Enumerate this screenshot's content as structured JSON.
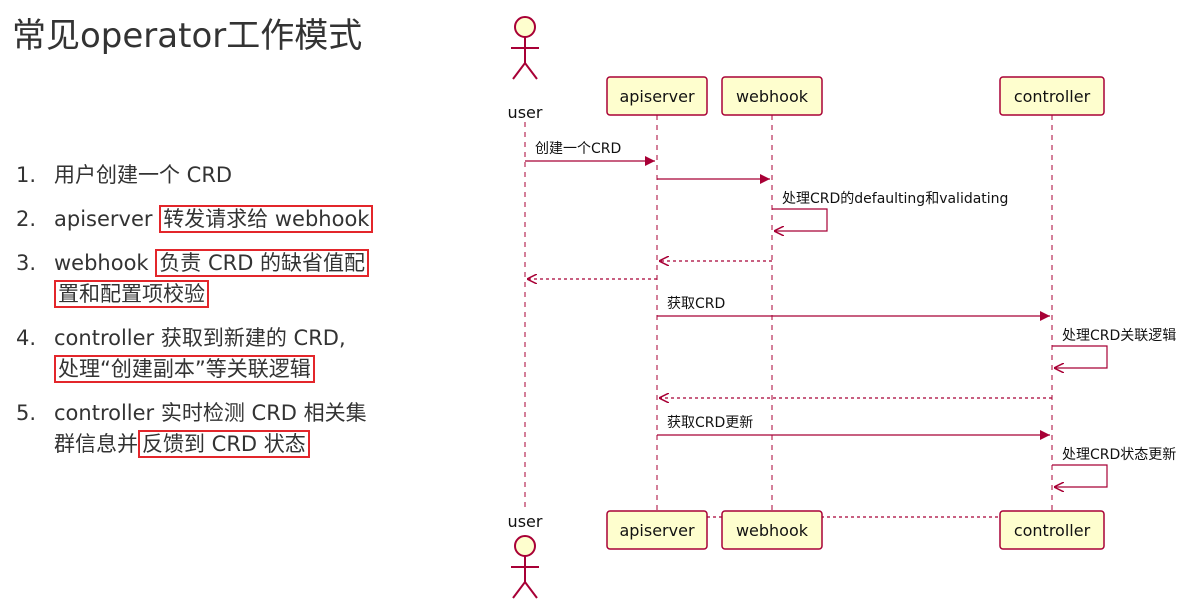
{
  "title": "常见operator工作模式",
  "steps": [
    {
      "num": "1.",
      "parts": [
        {
          "text": "用户创建一个 CRD",
          "hl": false
        }
      ]
    },
    {
      "num": "2.",
      "parts": [
        {
          "text": "apiserver ",
          "hl": false
        },
        {
          "text": "转发请求给 webhook",
          "hl": true
        }
      ]
    },
    {
      "num": "3.",
      "parts": [
        {
          "text": "webhook ",
          "hl": false
        },
        {
          "text": "负责 CRD 的缺省值配",
          "hl": true
        },
        {
          "text": "\n",
          "hl": false
        },
        {
          "text": "置和配置项校验",
          "hl": true
        }
      ]
    },
    {
      "num": "4.",
      "parts": [
        {
          "text": "controller 获取到新建的 CRD,",
          "hl": false
        },
        {
          "text": "\n",
          "hl": false
        },
        {
          "text": "处理“创建副本”等关联逻辑",
          "hl": true
        }
      ]
    },
    {
      "num": "5.",
      "parts": [
        {
          "text": "controller 实时检测 CRD 相关集",
          "hl": false
        },
        {
          "text": "\n",
          "hl": false
        },
        {
          "text": "群信息并",
          "hl": false
        },
        {
          "text": "反馈到 CRD 状态",
          "hl": true
        }
      ]
    }
  ],
  "diagram": {
    "actor": "user",
    "participants": [
      "apiserver",
      "webhook",
      "controller"
    ],
    "messages": [
      {
        "from": "user",
        "to": "apiserver",
        "label": "创建一个CRD",
        "dashed": false
      },
      {
        "from": "apiserver",
        "to": "webhook",
        "label": "",
        "dashed": false
      },
      {
        "from": "webhook",
        "to": "webhook",
        "label": "处理CRD的defaulting和validating",
        "dashed": false
      },
      {
        "from": "webhook",
        "to": "apiserver",
        "label": "",
        "dashed": true
      },
      {
        "from": "apiserver",
        "to": "user",
        "label": "",
        "dashed": true
      },
      {
        "from": "apiserver",
        "to": "controller",
        "label": "获取CRD",
        "dashed": false
      },
      {
        "from": "controller",
        "to": "controller",
        "label": "处理CRD关联逻辑",
        "dashed": false
      },
      {
        "from": "controller",
        "to": "apiserver",
        "label": "",
        "dashed": true
      },
      {
        "from": "apiserver",
        "to": "controller",
        "label": "获取CRD更新",
        "dashed": false
      },
      {
        "from": "controller",
        "to": "controller",
        "label": "处理CRD状态更新",
        "dashed": false
      },
      {
        "from": "controller",
        "to": "apiserver",
        "label": "",
        "dashed": true
      }
    ]
  }
}
